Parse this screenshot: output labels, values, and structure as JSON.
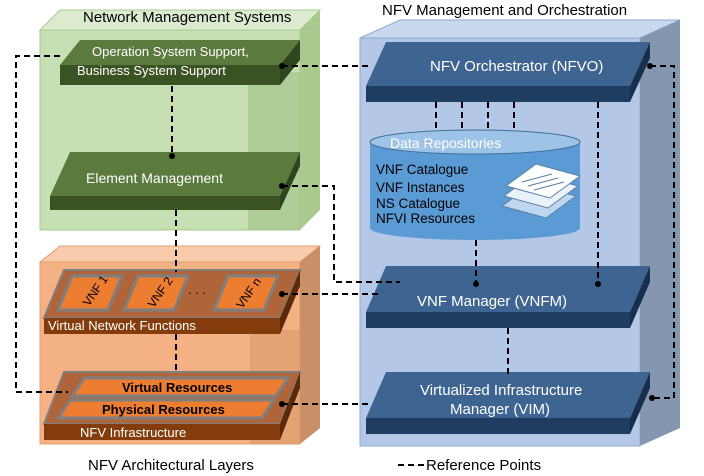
{
  "sections": {
    "nms_title": "Network Management Systems",
    "mano_title": "NFV Management and Orchestration",
    "layers_title": "NFV Architectural Layers",
    "legend_label": "Reference Points"
  },
  "nms": {
    "oss_line1": "Operation System Support,",
    "oss_line2": "Business System Support",
    "element_management": "Element Management"
  },
  "vnf_layer": {
    "vnfs": [
      "VNF 1",
      "VNF 2",
      "VNF n"
    ],
    "ellipsis": ". . .",
    "label": "Virtual Network Functions"
  },
  "nfvi_layer": {
    "virtual_resources": "Virtual Resources",
    "physical_resources": "Physical Resources",
    "label": "NFV Infrastructure"
  },
  "mano": {
    "nfvo": "NFV Orchestrator (NFVO)",
    "repo_title": "Data Repositories",
    "repo_items": [
      "VNF Catalogue",
      "VNF Instances",
      "NS Catalogue",
      "NFVI Resources"
    ],
    "vnfm": "VNF Manager (VNFM)",
    "vim_line1": "Virtualized Infrastructure",
    "vim_line2": "Manager (VIM)"
  },
  "colors": {
    "nms_bg": "#c6e0b4",
    "nms_block": "#4f6b36",
    "mano_bg": "#b4c7e7",
    "mano_block": "#2e5179",
    "repo": "#5b9bd5",
    "layers_bg": "#f4b183",
    "layers_dark": "#843c0c",
    "vnf_box": "#ed7d31"
  }
}
